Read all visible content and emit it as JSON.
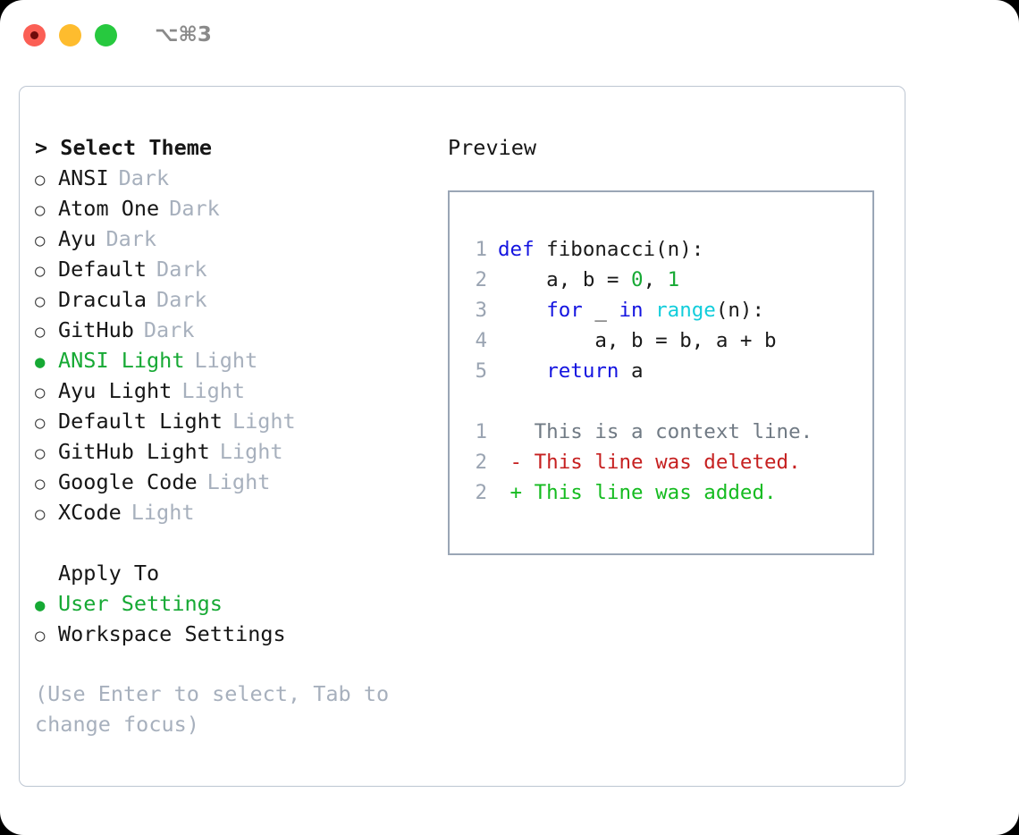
{
  "titlebar": {
    "lights": [
      {
        "name": "close",
        "color": "#fb5f55"
      },
      {
        "name": "minimize",
        "color": "#febc2e"
      },
      {
        "name": "maximize",
        "color": "#27c93f"
      }
    ],
    "shortcut": "⌥⌘3"
  },
  "theme_panel": {
    "header": "> Select Theme",
    "items": [
      {
        "marker": "○",
        "label": "ANSI",
        "suffix": "Dark",
        "selected": false
      },
      {
        "marker": "○",
        "label": "Atom One",
        "suffix": "Dark",
        "selected": false
      },
      {
        "marker": "○",
        "label": "Ayu",
        "suffix": "Dark",
        "selected": false
      },
      {
        "marker": "○",
        "label": "Default",
        "suffix": "Dark",
        "selected": false
      },
      {
        "marker": "○",
        "label": "Dracula",
        "suffix": "Dark",
        "selected": false
      },
      {
        "marker": "○",
        "label": "GitHub",
        "suffix": "Dark",
        "selected": false
      },
      {
        "marker": "●",
        "label": "ANSI Light",
        "suffix": "Light",
        "selected": true
      },
      {
        "marker": "○",
        "label": "Ayu Light",
        "suffix": "Light",
        "selected": false
      },
      {
        "marker": "○",
        "label": "Default Light",
        "suffix": "Light",
        "selected": false
      },
      {
        "marker": "○",
        "label": "GitHub Light",
        "suffix": "Light",
        "selected": false
      },
      {
        "marker": "○",
        "label": "Google Code",
        "suffix": "Light",
        "selected": false
      },
      {
        "marker": "○",
        "label": "XCode",
        "suffix": "Light",
        "selected": false
      }
    ]
  },
  "apply_to": {
    "header": "Apply To",
    "items": [
      {
        "marker": "●",
        "label": "User Settings",
        "selected": true
      },
      {
        "marker": "○",
        "label": "Workspace Settings",
        "selected": false
      }
    ]
  },
  "hint": "(Use Enter to select, Tab to change focus)",
  "preview": {
    "header": "Preview",
    "code_lines": [
      {
        "lineno": "1",
        "tokens": [
          {
            "text": "def",
            "type": "kw"
          },
          {
            "text": " fibonacci(n):",
            "type": "pl"
          }
        ]
      },
      {
        "lineno": "2",
        "tokens": [
          {
            "text": "    a, b = ",
            "type": "pl"
          },
          {
            "text": "0",
            "type": "num"
          },
          {
            "text": ", ",
            "type": "pl"
          },
          {
            "text": "1",
            "type": "num"
          }
        ]
      },
      {
        "lineno": "3",
        "tokens": [
          {
            "text": "    ",
            "type": "pl"
          },
          {
            "text": "for",
            "type": "kw"
          },
          {
            "text": " _ ",
            "type": "pl"
          },
          {
            "text": "in",
            "type": "kw"
          },
          {
            "text": " ",
            "type": "pl"
          },
          {
            "text": "range",
            "type": "fn"
          },
          {
            "text": "(n):",
            "type": "pl"
          }
        ]
      },
      {
        "lineno": "4",
        "tokens": [
          {
            "text": "        a, b = b, a + b",
            "type": "pl"
          }
        ]
      },
      {
        "lineno": "5",
        "tokens": [
          {
            "text": "    ",
            "type": "pl"
          },
          {
            "text": "return",
            "type": "kw"
          },
          {
            "text": " a",
            "type": "pl"
          }
        ]
      }
    ],
    "diff_lines": [
      {
        "lineno": "1",
        "text": "   This is a context line.",
        "kind": "ctx"
      },
      {
        "lineno": "2",
        "text": " - This line was deleted.",
        "kind": "del"
      },
      {
        "lineno": "2",
        "text": " + This line was added.",
        "kind": "add"
      }
    ]
  }
}
